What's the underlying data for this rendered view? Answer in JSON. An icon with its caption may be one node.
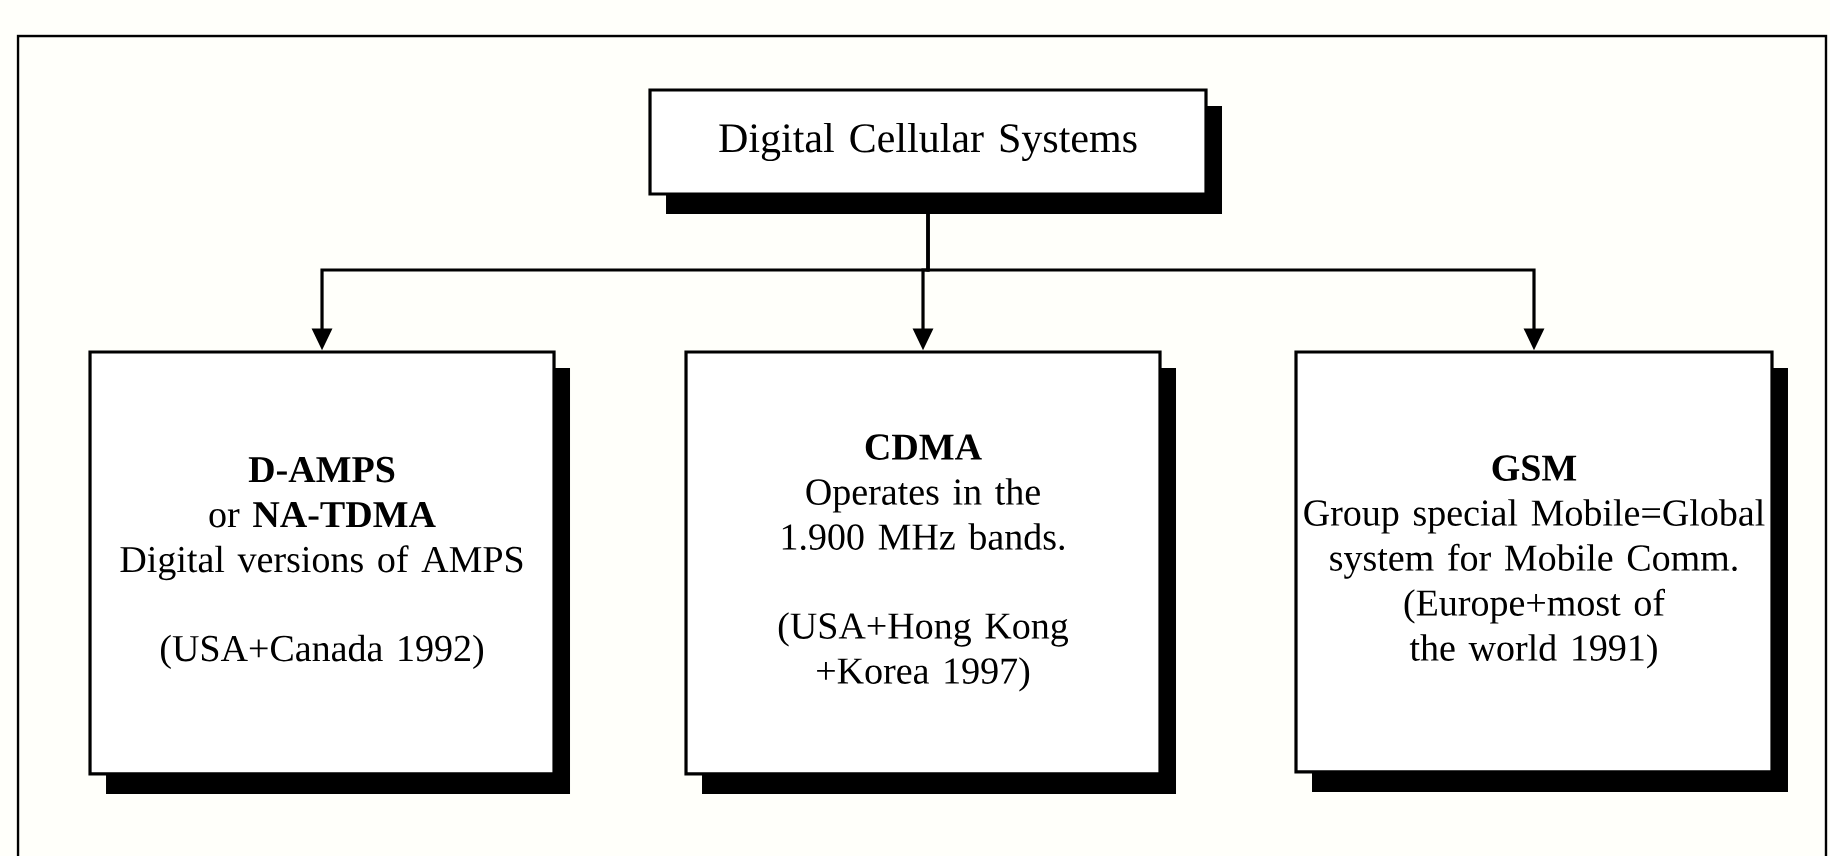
{
  "diagram": {
    "nodes": [
      {
        "text": [
          "Digital Cellular Systems"
        ]
      },
      {
        "text": [
          "D-AMPS",
          "or **NA-TDMA**",
          "Digital versions of AMPS",
          "(USA+Canada 1992)"
        ]
      },
      {
        "text": [
          "CDMA",
          "Operates in the 1.900 MHz bands.",
          "(USA+Hong Kong +Korea 1997)"
        ]
      },
      {
        "text": [
          "GSM",
          "Group special Mobile=Global system for Mobile Comm.",
          "(Europe+most of the world 1991)"
        ]
      }
    ],
    "edges": [
      {
        "from": 0,
        "to": 1,
        "arrow": "to"
      },
      {
        "from": 0,
        "to": 2,
        "arrow": "to"
      },
      {
        "from": 0,
        "to": 3,
        "arrow": "to"
      }
    ]
  }
}
